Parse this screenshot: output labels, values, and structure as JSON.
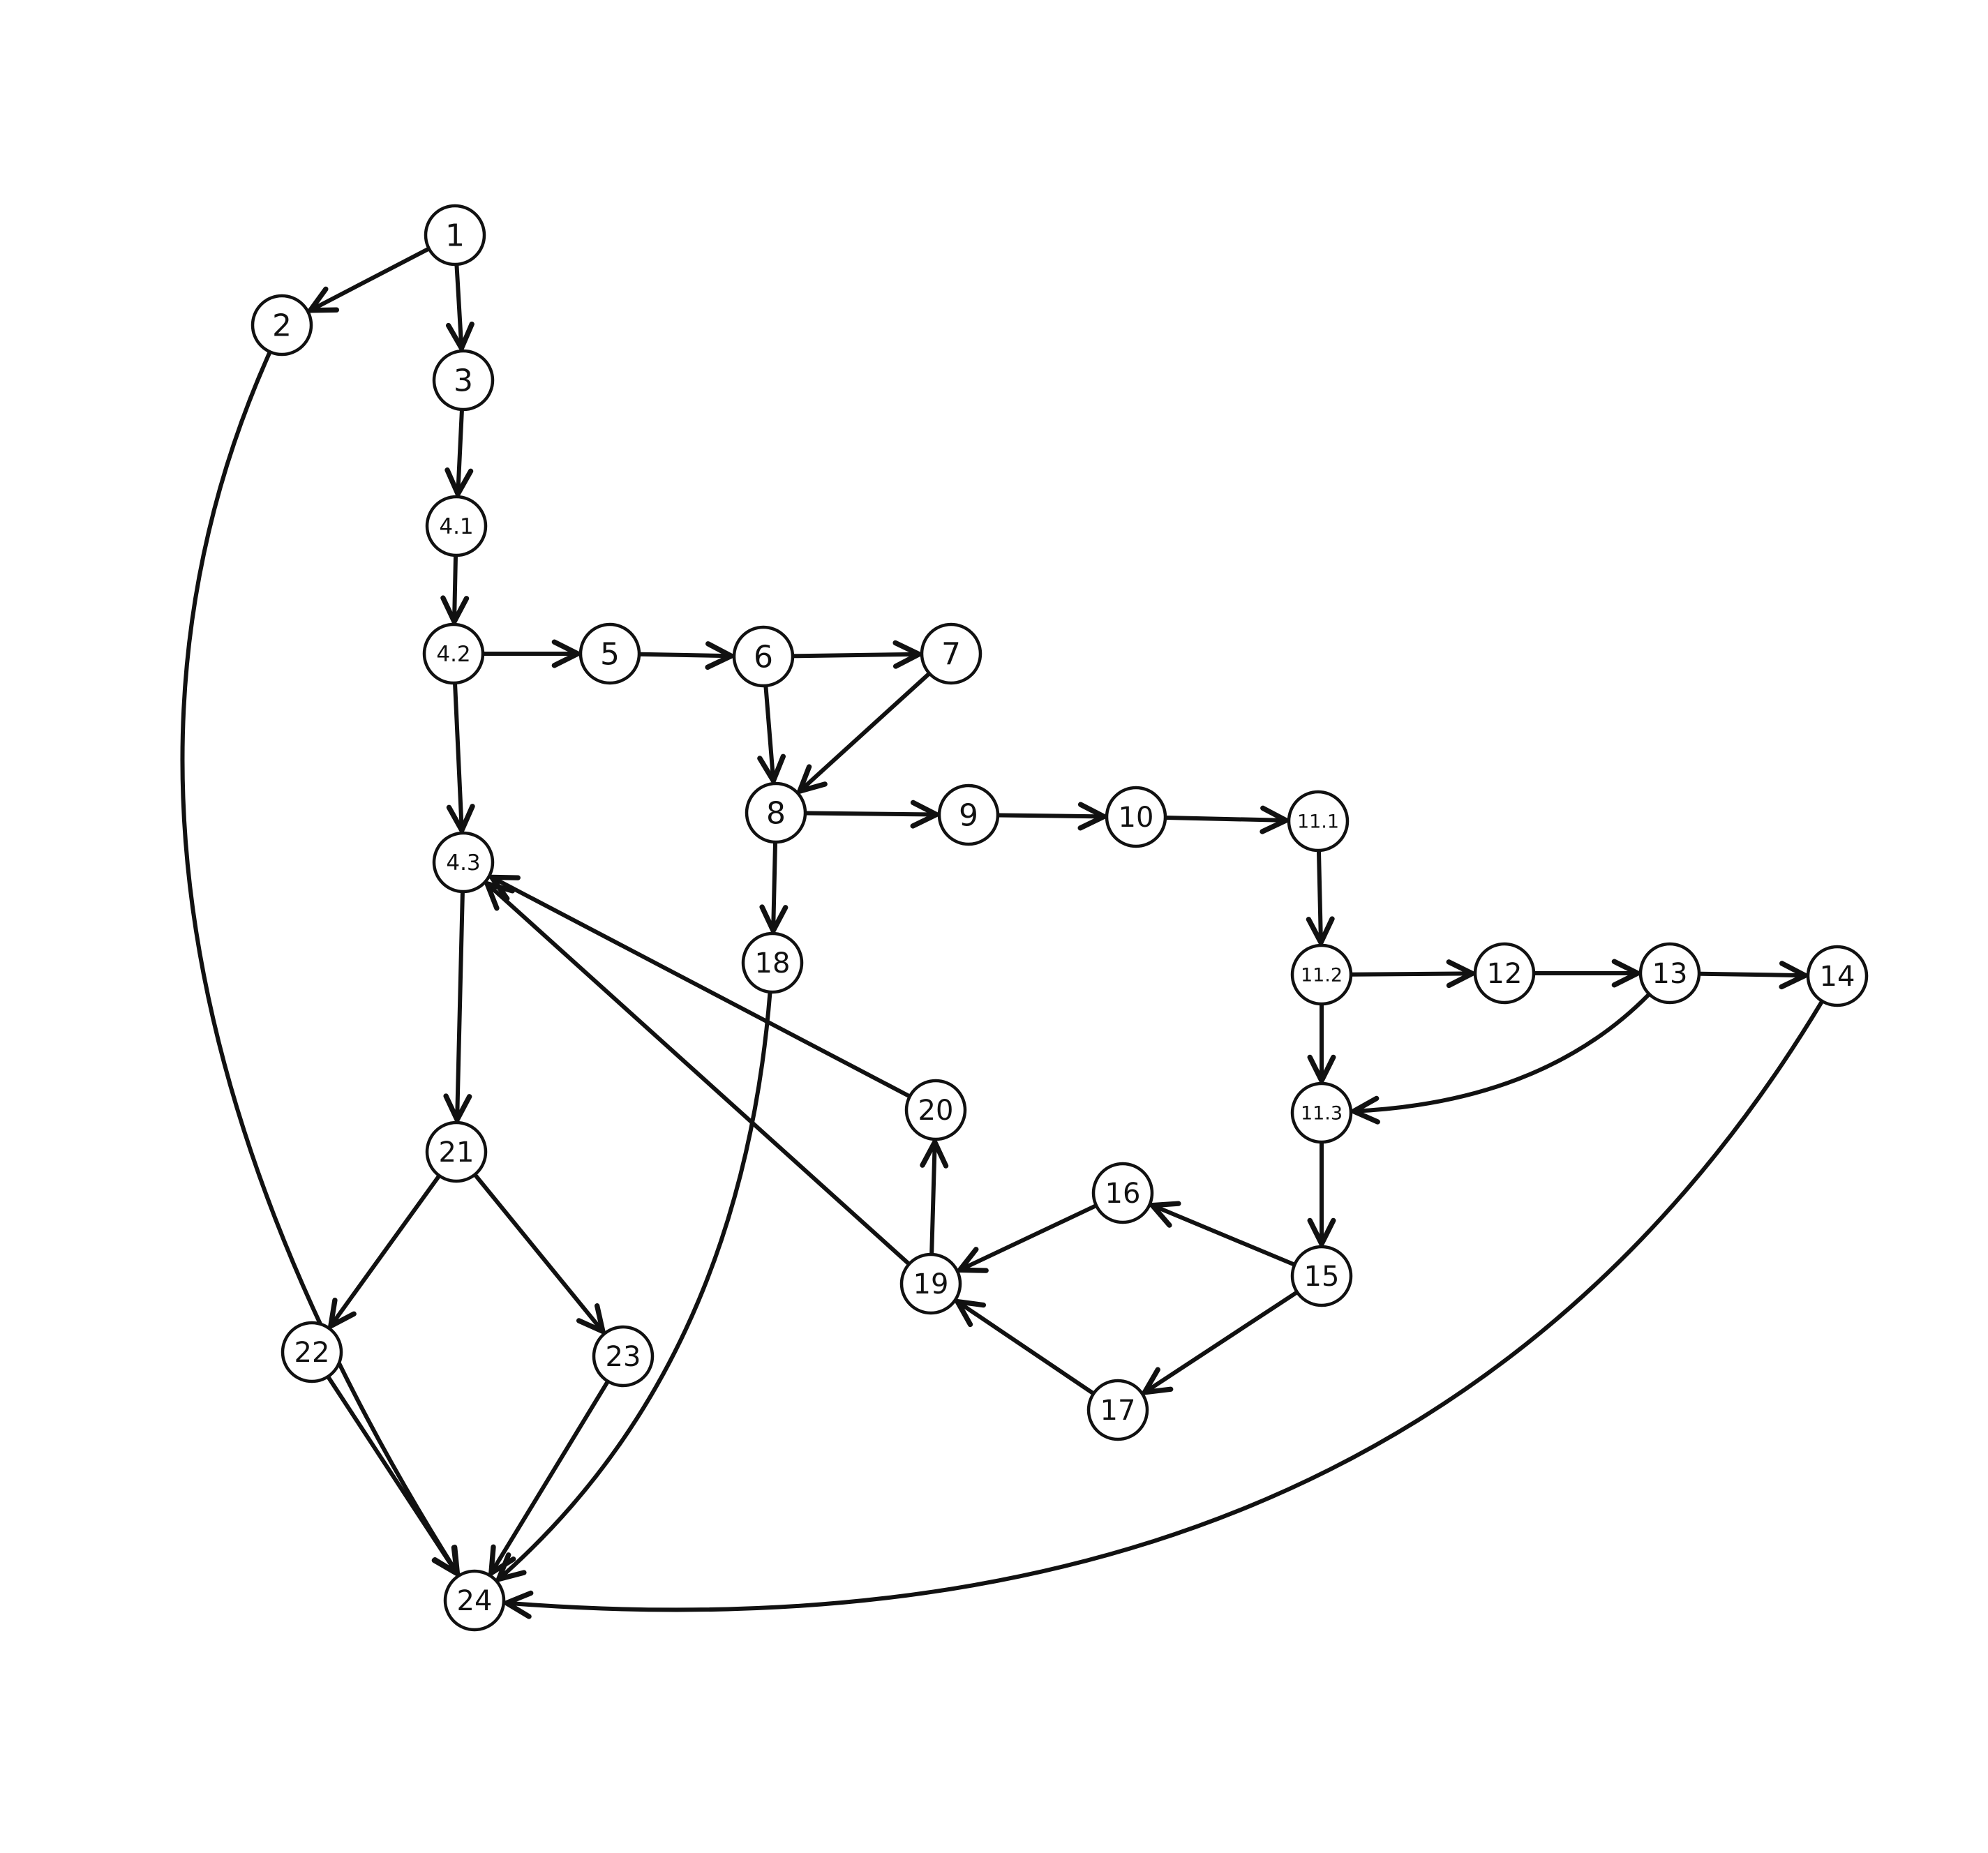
{
  "diagram": {
    "type": "directed-graph",
    "nodes": [
      {
        "id": "1",
        "label": "1"
      },
      {
        "id": "2",
        "label": "2"
      },
      {
        "id": "3",
        "label": "3"
      },
      {
        "id": "4.1",
        "label": "4.1"
      },
      {
        "id": "4.2",
        "label": "4.2"
      },
      {
        "id": "4.3",
        "label": "4.3"
      },
      {
        "id": "5",
        "label": "5"
      },
      {
        "id": "6",
        "label": "6"
      },
      {
        "id": "7",
        "label": "7"
      },
      {
        "id": "8",
        "label": "8"
      },
      {
        "id": "9",
        "label": "9"
      },
      {
        "id": "10",
        "label": "10"
      },
      {
        "id": "11.1",
        "label": "11.1"
      },
      {
        "id": "11.2",
        "label": "11.2"
      },
      {
        "id": "11.3",
        "label": "11.3"
      },
      {
        "id": "12",
        "label": "12"
      },
      {
        "id": "13",
        "label": "13"
      },
      {
        "id": "14",
        "label": "14"
      },
      {
        "id": "15",
        "label": "15"
      },
      {
        "id": "16",
        "label": "16"
      },
      {
        "id": "17",
        "label": "17"
      },
      {
        "id": "18",
        "label": "18"
      },
      {
        "id": "19",
        "label": "19"
      },
      {
        "id": "20",
        "label": "20"
      },
      {
        "id": "21",
        "label": "21"
      },
      {
        "id": "22",
        "label": "22"
      },
      {
        "id": "23",
        "label": "23"
      },
      {
        "id": "24",
        "label": "24"
      }
    ],
    "edges": [
      {
        "from": "1",
        "to": "2"
      },
      {
        "from": "1",
        "to": "3"
      },
      {
        "from": "2",
        "to": "24"
      },
      {
        "from": "3",
        "to": "4.1"
      },
      {
        "from": "4.1",
        "to": "4.2"
      },
      {
        "from": "4.2",
        "to": "5"
      },
      {
        "from": "4.2",
        "to": "4.3"
      },
      {
        "from": "5",
        "to": "6"
      },
      {
        "from": "6",
        "to": "7"
      },
      {
        "from": "6",
        "to": "8"
      },
      {
        "from": "7",
        "to": "8"
      },
      {
        "from": "8",
        "to": "9"
      },
      {
        "from": "8",
        "to": "18"
      },
      {
        "from": "9",
        "to": "10"
      },
      {
        "from": "10",
        "to": "11.1"
      },
      {
        "from": "11.1",
        "to": "11.2"
      },
      {
        "from": "11.2",
        "to": "12"
      },
      {
        "from": "11.2",
        "to": "11.3"
      },
      {
        "from": "12",
        "to": "13"
      },
      {
        "from": "13",
        "to": "14"
      },
      {
        "from": "13",
        "to": "11.3"
      },
      {
        "from": "14",
        "to": "24"
      },
      {
        "from": "11.3",
        "to": "15"
      },
      {
        "from": "15",
        "to": "16"
      },
      {
        "from": "15",
        "to": "17"
      },
      {
        "from": "16",
        "to": "19"
      },
      {
        "from": "17",
        "to": "19"
      },
      {
        "from": "19",
        "to": "20"
      },
      {
        "from": "19",
        "to": "4.3"
      },
      {
        "from": "20",
        "to": "4.3"
      },
      {
        "from": "18",
        "to": "24"
      },
      {
        "from": "4.3",
        "to": "21"
      },
      {
        "from": "21",
        "to": "22"
      },
      {
        "from": "21",
        "to": "23"
      },
      {
        "from": "22",
        "to": "24"
      },
      {
        "from": "23",
        "to": "24"
      }
    ]
  }
}
